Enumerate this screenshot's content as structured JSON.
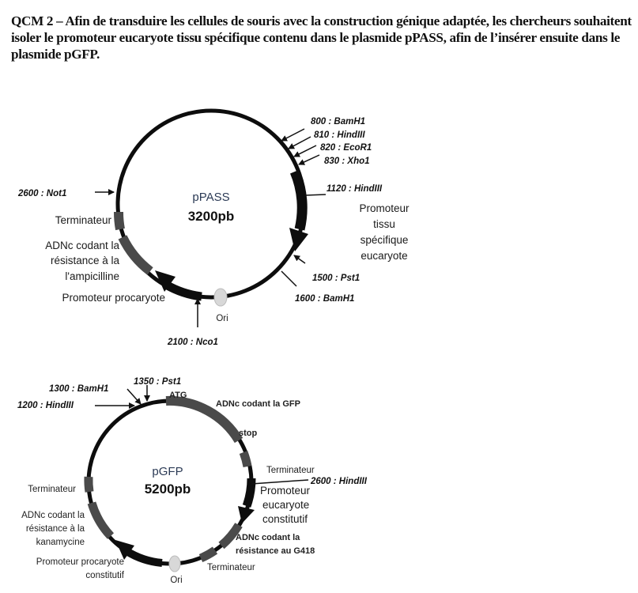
{
  "question": {
    "text": "QCM 2 – Afin de transduire les cellules de souris avec la construction génique adaptée, les chercheurs souhaitent isoler le promoteur eucaryote tissu spécifique contenu dans le plasmide pPASS, afin de l’insérer ensuite dans le plasmide pGFP."
  },
  "ppass": {
    "name": "pPASS",
    "size": "3200pb",
    "sites": {
      "s800": "800 : BamH1",
      "s810": "810 : HindIII",
      "s820": "820 : EcoR1",
      "s830": "830 : Xho1",
      "s1120": "1120 : HindIII",
      "s1500": "1500 : Pst1",
      "s1600": "1600 : BamH1",
      "s2100": "2100 : Nco1",
      "s2600": "2600 : Not1"
    },
    "features": {
      "promoteur_tissu": [
        "Promoteur",
        "tissu",
        "spécifique",
        "eucaryote"
      ],
      "terminateur": "Terminateur",
      "amp": [
        "ADNc codant la",
        "résistance à la",
        "l'ampicilline"
      ],
      "promoteur_procaryote": "Promoteur procaryote",
      "ori": "Ori"
    }
  },
  "pgfp": {
    "name": "pGFP",
    "size": "5200pb",
    "sites": {
      "s1200": "1200 : HindIII",
      "s1300": "1300 : BamH1",
      "s1350": "1350 : Pst1",
      "s2600": "2600 : HindIII"
    },
    "features": {
      "atg": "ATG",
      "gfp": "ADNc codant la GFP",
      "stop": "stop",
      "terminateur_right": "Terminateur",
      "promoteur_euk": [
        "Promoteur",
        "eucaryote",
        "constitutif"
      ],
      "g418": [
        "ADNc codant la",
        "résistance au G418"
      ],
      "terminateur_bottom": "Terminateur",
      "terminateur_left": "Terminateur",
      "kana": [
        "ADNc codant la",
        "résistance à la",
        "kanamycine"
      ],
      "promoteur_procaryote": [
        "Promoteur procaryote",
        "constitutif"
      ],
      "ori": "Ori"
    }
  },
  "colors": {
    "backbone": "#0d0d0d",
    "gene_block": "#4a4a4a",
    "ori": "#d8d8d8",
    "plasmid_name": "#2b3a55"
  }
}
